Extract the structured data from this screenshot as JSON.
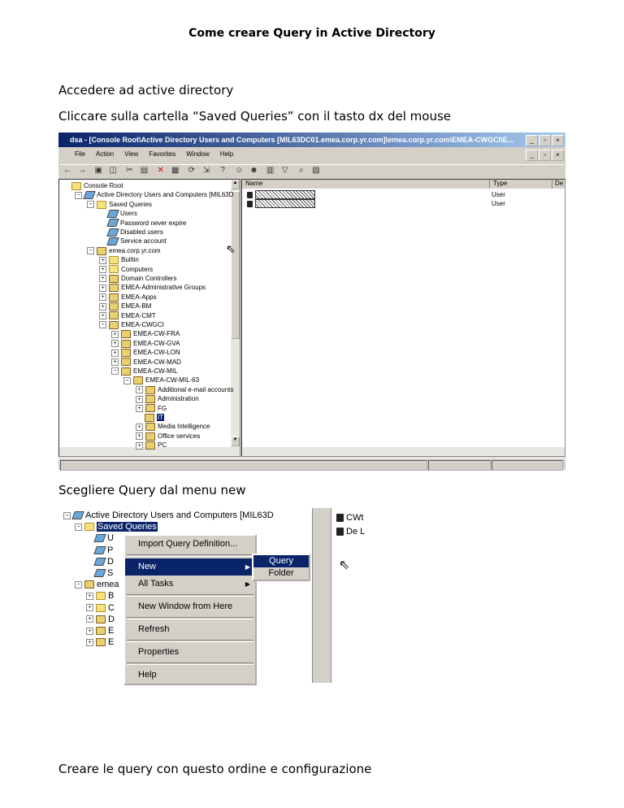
{
  "doc": {
    "title": "Come creare Query in Active Directory",
    "p1": "Accedere ad active directory",
    "p2": "Cliccare sulla cartella “Saved Queries” con il tasto dx del mouse",
    "p3": "Scegliere Query dal menu new",
    "p4": "Creare le query con questo ordine e configurazione"
  },
  "shot1": {
    "title": "dsa - [Console Root\\Active Directory Users and Computers [MIL63DC01.emea.corp.yr.com]\\emea.corp.yr.com\\EMEA-CWGCI\\E...",
    "menu": [
      "File",
      "Action",
      "View",
      "Favorites",
      "Window",
      "Help"
    ],
    "tree": [
      {
        "label": "Console Root",
        "lvl": 0,
        "exp": "",
        "icon": "fold"
      },
      {
        "label": "Active Directory Users and Computers [MIL63D",
        "lvl": 1,
        "exp": "-",
        "icon": "qry"
      },
      {
        "label": "Saved Queries",
        "lvl": 2,
        "exp": "-",
        "icon": "fold"
      },
      {
        "label": "Users",
        "lvl": 3,
        "exp": "",
        "icon": "qry"
      },
      {
        "label": "Password never expire",
        "lvl": 3,
        "exp": "",
        "icon": "qry"
      },
      {
        "label": "Disabled users",
        "lvl": 3,
        "exp": "",
        "icon": "qry"
      },
      {
        "label": "Service account",
        "lvl": 3,
        "exp": "",
        "icon": "qry"
      },
      {
        "label": "emea.corp.yr.com",
        "lvl": 2,
        "exp": "-",
        "icon": "ou"
      },
      {
        "label": "Builtin",
        "lvl": 3,
        "exp": "+",
        "icon": "fold"
      },
      {
        "label": "Computers",
        "lvl": 3,
        "exp": "+",
        "icon": "fold"
      },
      {
        "label": "Domain Controllers",
        "lvl": 3,
        "exp": "+",
        "icon": "ou"
      },
      {
        "label": "EMEA-Administrative Groups",
        "lvl": 3,
        "exp": "+",
        "icon": "ou"
      },
      {
        "label": "EMEA-Apps",
        "lvl": 3,
        "exp": "+",
        "icon": "ou"
      },
      {
        "label": "EMEA-BM",
        "lvl": 3,
        "exp": "+",
        "icon": "ou"
      },
      {
        "label": "EMEA-CMT",
        "lvl": 3,
        "exp": "+",
        "icon": "ou"
      },
      {
        "label": "EMEA-CWGCI",
        "lvl": 3,
        "exp": "-",
        "icon": "ou"
      },
      {
        "label": "EMEA-CW-FRA",
        "lvl": 4,
        "exp": "+",
        "icon": "ou"
      },
      {
        "label": "EMEA-CW-GVA",
        "lvl": 4,
        "exp": "+",
        "icon": "ou"
      },
      {
        "label": "EMEA-CW-LON",
        "lvl": 4,
        "exp": "+",
        "icon": "ou"
      },
      {
        "label": "EMEA-CW-MAD",
        "lvl": 4,
        "exp": "+",
        "icon": "ou"
      },
      {
        "label": "EMEA-CW-MIL",
        "lvl": 4,
        "exp": "-",
        "icon": "ou"
      },
      {
        "label": "EMEA-CW-MIL-63",
        "lvl": 5,
        "exp": "-",
        "icon": "ou"
      },
      {
        "label": "Additional e-mail accounts",
        "lvl": 6,
        "exp": "+",
        "icon": "ou"
      },
      {
        "label": "Administration",
        "lvl": 6,
        "exp": "+",
        "icon": "ou"
      },
      {
        "label": "FG",
        "lvl": 6,
        "exp": "+",
        "icon": "ou"
      },
      {
        "label": "IT",
        "lvl": 6,
        "exp": "",
        "icon": "ou",
        "selected": true
      },
      {
        "label": "Media Intelligence",
        "lvl": 6,
        "exp": "+",
        "icon": "ou"
      },
      {
        "label": "Office services",
        "lvl": 6,
        "exp": "+",
        "icon": "ou"
      },
      {
        "label": "PC",
        "lvl": 6,
        "exp": "+",
        "icon": "ou"
      }
    ],
    "columns": [
      "Name",
      "Type",
      "De"
    ],
    "rows": [
      {
        "type": "User"
      },
      {
        "type": "User"
      }
    ]
  },
  "shot2": {
    "tree": [
      {
        "label": "Active Directory Users and Computers [MIL63D",
        "lvl": 1,
        "exp": "-",
        "icon": "qry"
      },
      {
        "label": "Saved Queries",
        "lvl": 2,
        "exp": "-",
        "icon": "fold",
        "selected": true
      },
      {
        "label": "U",
        "lvl": 3,
        "exp": "",
        "icon": "qry"
      },
      {
        "label": "P",
        "lvl": 3,
        "exp": "",
        "icon": "qry"
      },
      {
        "label": "D",
        "lvl": 3,
        "exp": "",
        "icon": "qry"
      },
      {
        "label": "S",
        "lvl": 3,
        "exp": "",
        "icon": "qry"
      },
      {
        "label": "emea",
        "lvl": 2,
        "exp": "-",
        "icon": "ou"
      },
      {
        "label": "B",
        "lvl": 3,
        "exp": "+",
        "icon": "fold"
      },
      {
        "label": "C",
        "lvl": 3,
        "exp": "+",
        "icon": "fold"
      },
      {
        "label": "D",
        "lvl": 3,
        "exp": "+",
        "icon": "ou"
      },
      {
        "label": "E",
        "lvl": 3,
        "exp": "+",
        "icon": "ou"
      },
      {
        "label": "E",
        "lvl": 3,
        "exp": "+",
        "icon": "ou"
      }
    ],
    "list": [
      "CWt",
      "De L"
    ],
    "context_menu": [
      "Import Query Definition...",
      "New",
      "All Tasks",
      "New Window from Here",
      "Refresh",
      "Properties",
      "Help"
    ],
    "submenu": [
      "Query",
      "Folder"
    ]
  }
}
